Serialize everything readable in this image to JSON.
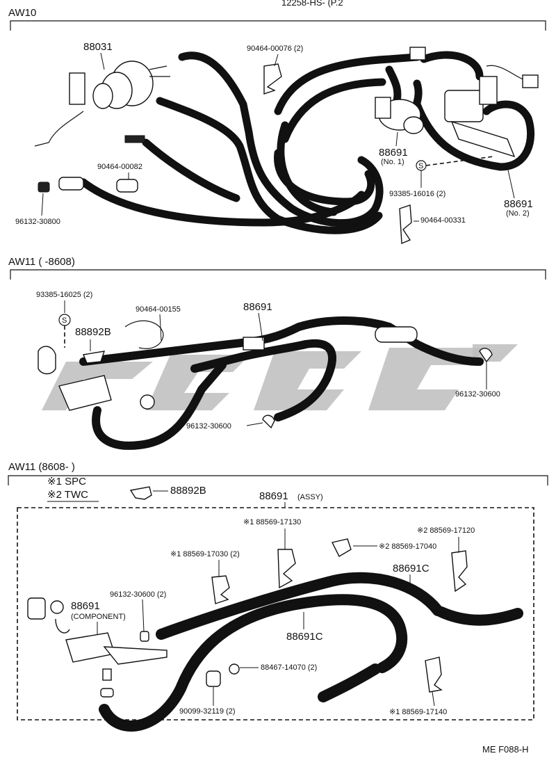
{
  "header_cut": "12258-HS- (P.2",
  "sections": [
    {
      "title": "AW10"
    },
    {
      "title": "AW11 (      -8608)"
    },
    {
      "title": "AW11 (8608-      )"
    }
  ],
  "aw10": {
    "p88031": "88031",
    "p90464_00076": "90464-00076 (2)",
    "p90464_00082": "90464-00082",
    "p96132_30800": "96132-30800",
    "p88691_no1": "88691",
    "p88691_no1_sub": "(No. 1)",
    "p93385_16016": "93385-16016 (2)",
    "p88691_no2": "88691",
    "p88691_no2_sub": "(No. 2)",
    "p90464_00331": "90464-00331",
    "symbol_s": "S"
  },
  "aw11a": {
    "p93385_16025": "93385-16025 (2)",
    "p90464_00155": "90464-00155",
    "p88691": "88691",
    "p88892B": "88892B",
    "p96132_30600_a": "96132-30600",
    "p96132_30600_b": "96132-30600",
    "symbol_s": "S"
  },
  "aw11b": {
    "note1": "※1 SPC",
    "note2": "※2 TWC",
    "p88892B": "88892B",
    "p88691_assy": "88691",
    "p88691_assy_sub": "(ASSY)",
    "p88569_17130": "※1 88569-17130",
    "p88569_17120": "※2 88569-17120",
    "p88569_17040": "※2 88569-17040",
    "p88569_17030": "※1 88569-17030 (2)",
    "p88691C_a": "88691C",
    "p88691C_b": "88691C",
    "p96132_30600": "96132-30600 (2)",
    "p88691_comp": "88691",
    "p88691_comp_sub": "(COMPONENT)",
    "p88467_14070": "88467-14070 (2)",
    "p90099_32119": "90099-32119 (2)",
    "p88569_17140": "※1 88569-17140"
  },
  "footer": "ME  F088-H"
}
